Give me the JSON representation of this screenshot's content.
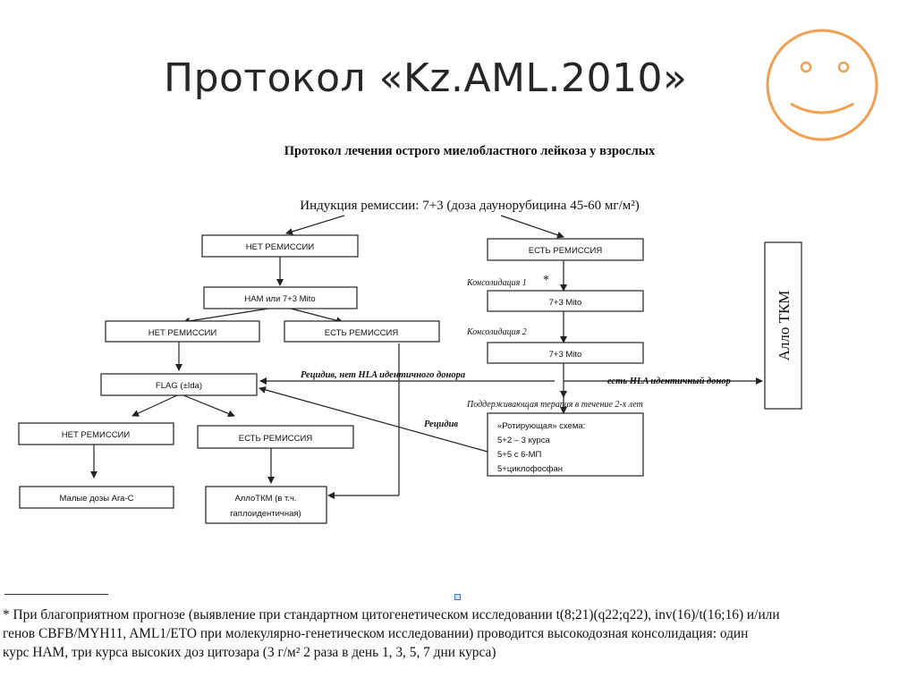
{
  "slide": {
    "title": "Протокол «Kz.AML.2010»"
  },
  "diagram": {
    "title": "Протокол лечения острого миелобластного лейкоза у взрослых",
    "induction": "Индукция ремиссии: 7+3 (доза даунорубицина 45-60 мг/м²)",
    "boxes": {
      "no_remission_1": "НЕТ РЕМИССИИ",
      "remission_1": "ЕСТЬ РЕМИССИЯ",
      "ham": "НАМ или 7+3 Mito",
      "no_remission_2": "НЕТ РЕМИССИИ",
      "remission_2": "ЕСТЬ РЕМИССИЯ",
      "flag": "FLAG (±Ida)",
      "no_remission_3": "НЕТ РЕМИССИИ",
      "remission_3": "ЕСТЬ РЕМИССИЯ",
      "low_dose": "Малые дозы Ara-C",
      "allo_small_1": "АллоТКМ (в т.ч.",
      "allo_small_2": "гаплоидентичная)",
      "mito1": "7+3 Mito",
      "mito2": "7+3 Mito",
      "rot_1": "«Ротирующая» схема:",
      "rot_2": "5+2 – 3 курса",
      "rot_3": "5+5 с 6-МП",
      "rot_4": "5+циклофосфан",
      "allo_big": "Алло ТКМ"
    },
    "labels": {
      "consolidation1": "Консолидация 1",
      "asterisk": "*",
      "consolidation2": "Консолидация 2",
      "relapse_no_hla": "Рецидив, нет HLA идентичного донора",
      "hla_donor": "есть HLA идентичный донор",
      "maintenance": "Поддерживающая терапия в течение 2-х лет",
      "relapse": "Рецидив"
    }
  },
  "footnote": {
    "line1": "* При благоприятном прогнозе (выявление при стандартном цитогенетическом исследовании t(8;21)(q22;q22), inv(16)/t(16;16) и/или",
    "line2": "генов CBFB/MYH11, AML1/ETO при молекулярно-генетическом исследовании) проводится высокодозная консолидация: один",
    "line3": "курс НАМ, три курса высоких доз цитозара (3 г/м² 2 раза в день 1, 3, 5, 7 дни курса)"
  },
  "smiley": {
    "color": "#f0a050"
  }
}
